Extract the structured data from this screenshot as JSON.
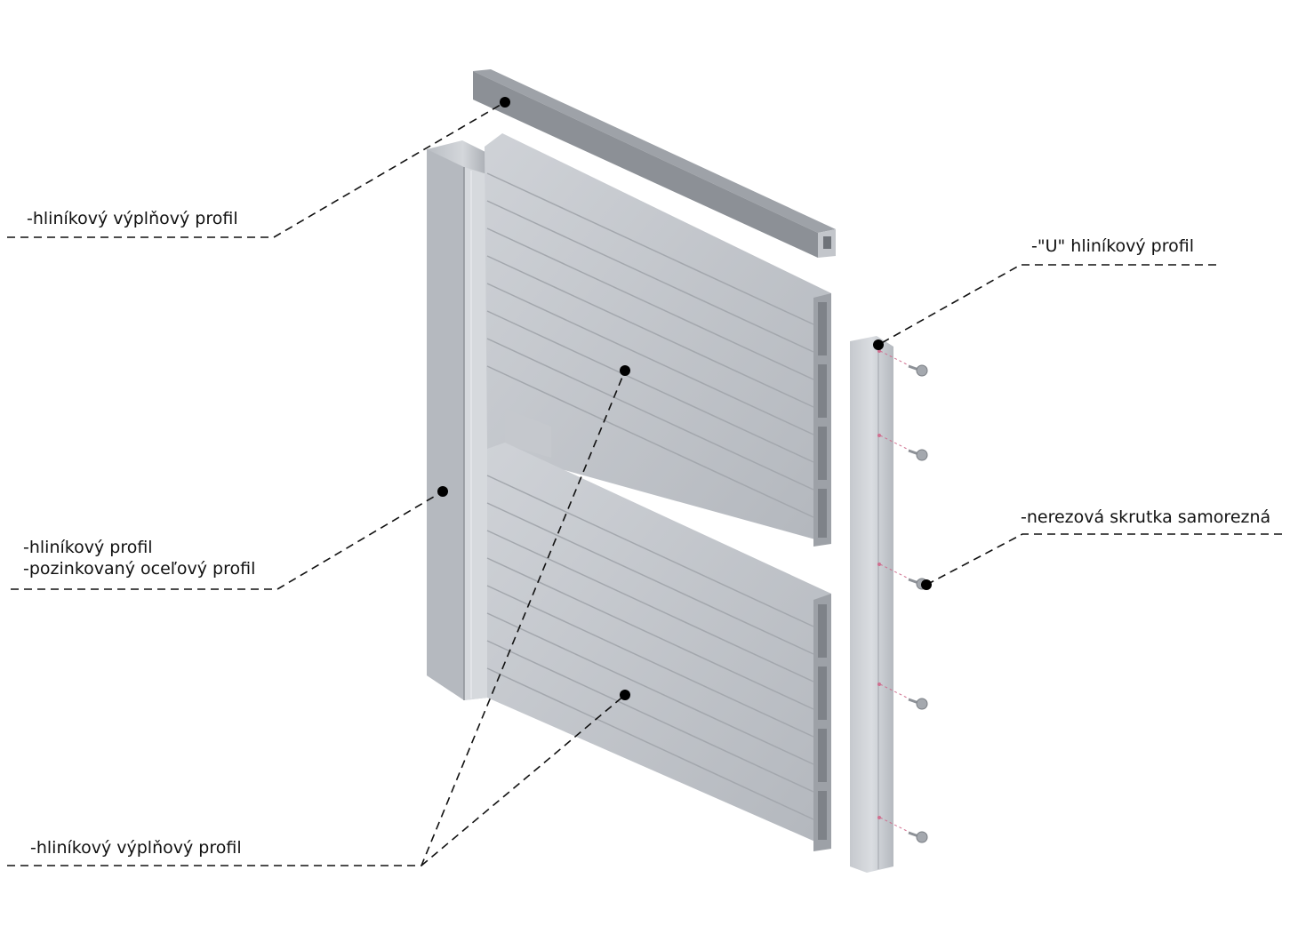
{
  "labels": {
    "top_fill_profile": "-hliníkový výplňový profil",
    "u_profile": "-\"U\" hliníkový profil",
    "screw": "-nerezová skrutka samorezná",
    "alu_profile": "-hliníkový profil",
    "steel_profile": "-pozinkovaný oceľový profil",
    "bottom_fill_profile": "-hliníkový výplňový profil"
  },
  "colors": {
    "metal_light": "#c9ccd1",
    "metal_mid": "#aeb2b8",
    "metal_dark": "#8a8e94",
    "leader": "#111111",
    "screw_guide": "#d07090"
  }
}
